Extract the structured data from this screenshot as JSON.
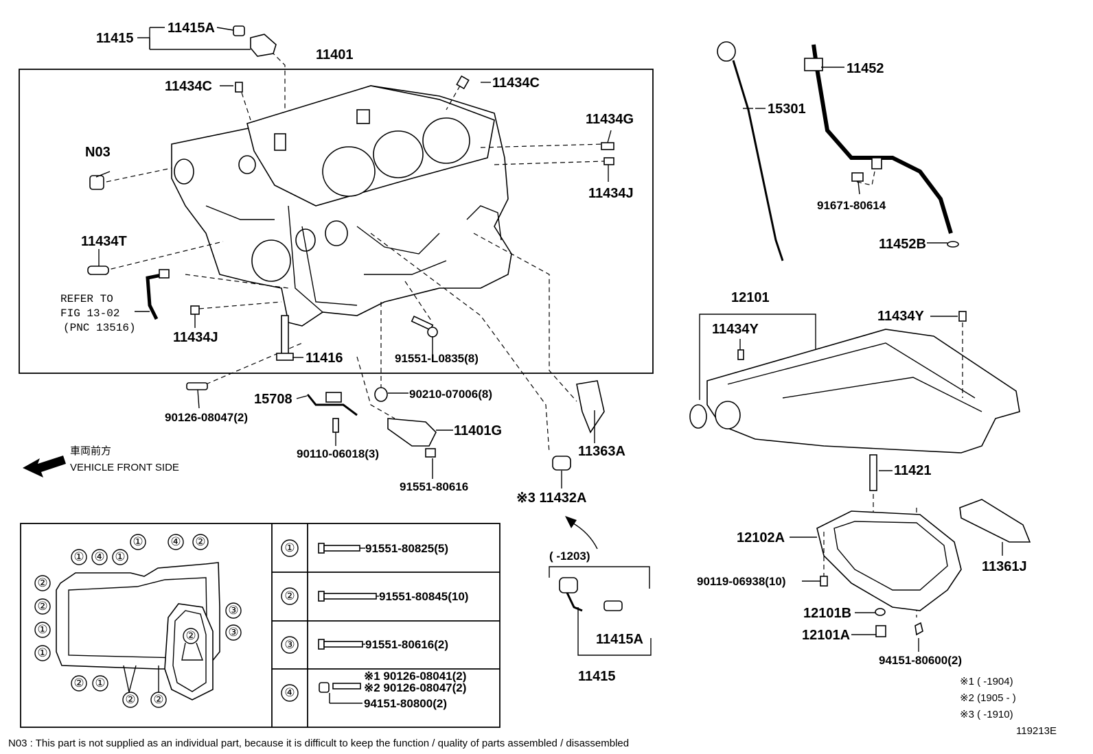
{
  "labels": {
    "p11415_top": "11415",
    "p11415A_top": "11415A",
    "p11401": "11401",
    "p11434C_left": "11434C",
    "p11434C_right": "11434C",
    "p11434G": "11434G",
    "p11434J_right": "11434J",
    "pN03": "N03",
    "p11434T": "11434T",
    "refer1": "REFER TO",
    "refer2": "FIG 13-02",
    "refer3": "(PNC 13516)",
    "p11434J_left": "11434J",
    "p11416": "11416",
    "p91551L0835": "91551-L0835(8)",
    "p90126_08047": "90126-08047(2)",
    "p15708": "15708",
    "p90210": "90210-07006(8)",
    "p11401G": "11401G",
    "p90110": "90110-06018(3)",
    "p91551_80616": "91551-80616",
    "p11363A": "11363A",
    "p11432A": "※3 11432A",
    "p15301": "15301",
    "p11452": "11452",
    "p91671": "91671-80614",
    "p11452B": "11452B",
    "p12101": "12101",
    "p11434Y_left": "11434Y",
    "p11434Y_right": "11434Y",
    "p11421": "11421",
    "p12102A": "12102A",
    "p90119": "90119-06938(10)",
    "p12101B": "12101B",
    "p12101A": "12101A",
    "p94151_80600": "94151-80600(2)",
    "p11361J": "11361J",
    "p1203": "(        -1203)",
    "p11415A_bot": "11415A",
    "p11415_bot": "11415",
    "front_jp": "車両前方",
    "front_en": "VEHICLE FRONT SIDE"
  },
  "legend_table": [
    {
      "num": "①",
      "part": "91551-80825(5)"
    },
    {
      "num": "②",
      "part": "91551-80845(10)"
    },
    {
      "num": "③",
      "part": "91551-80616(2)"
    },
    {
      "num": "④",
      "part_a": "※1 90126-08041(2)",
      "part_b": "※2 90126-08047(2)",
      "part_c": "94151-80800(2)"
    }
  ],
  "pan_callouts": {
    "top": [
      "①",
      "④",
      "①",
      "①",
      "④",
      "②"
    ],
    "left": [
      "②",
      "②",
      "①",
      "①"
    ],
    "right": [
      "③",
      "③"
    ],
    "inner": "②",
    "bottom": [
      "②",
      "①",
      "②",
      "②"
    ]
  },
  "notes": {
    "n1": "※1 (        -1904)",
    "n2": "※2 (1905 -        )",
    "n3": "※3 (        -1910)"
  },
  "footer": {
    "note": "N03 : This part is not supplied as an individual part, because it is difficult to keep the function / quality of parts  assembled / disassembled",
    "fig_id": "119213E"
  }
}
